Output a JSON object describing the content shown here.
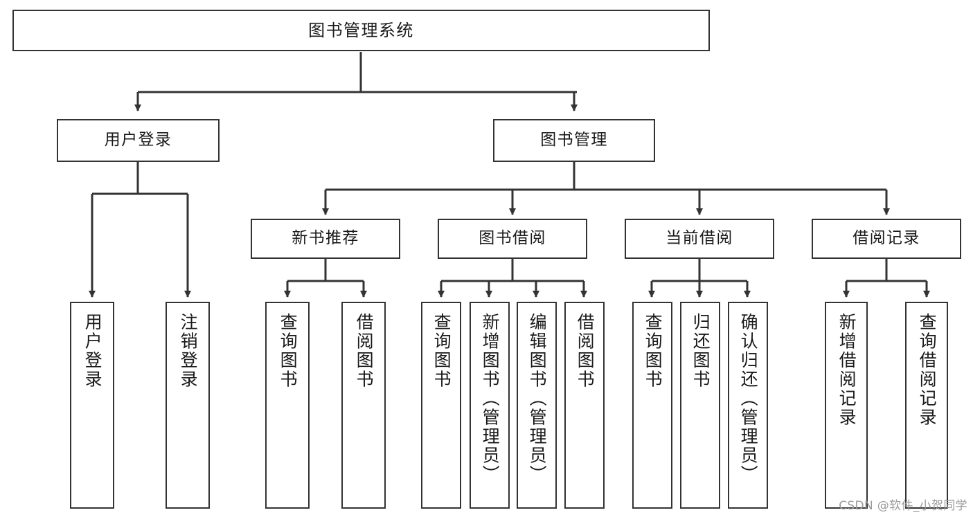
{
  "diagram": {
    "title": "图书管理系统",
    "watermark": "CSDN @软件_小贺同学",
    "colors": {
      "node_border": "#333333",
      "node_fill": "#ffffff",
      "edge": "#333333",
      "text": "#1a1a1a",
      "watermark": "#9a9a9a",
      "background": "#ffffff"
    },
    "levels": {
      "root": "图书管理系统",
      "level2": [
        "用户登录",
        "图书管理"
      ],
      "level3": [
        "新书推荐",
        "图书借阅",
        "当前借阅",
        "借阅记录"
      ]
    }
  },
  "nodes": {
    "root": {
      "label": "图书管理系统"
    },
    "user_login": {
      "label": "用户登录"
    },
    "book_manage": {
      "label": "图书管理"
    },
    "new_book_rec": {
      "label": "新书推荐"
    },
    "book_borrow": {
      "label": "图书借阅"
    },
    "current_borrow": {
      "label": "当前借阅"
    },
    "borrow_record": {
      "label": "借阅记录"
    },
    "leaf_user_login": {
      "label": "用户登录"
    },
    "leaf_logout": {
      "label": "注销登录"
    },
    "leaf_query_book_1": {
      "label": "查询图书"
    },
    "leaf_borrow_book_1": {
      "label": "借阅图书"
    },
    "leaf_query_book_2": {
      "label": "查询图书"
    },
    "leaf_add_book": {
      "label": "新增图书（管理员）"
    },
    "leaf_edit_book": {
      "label": "编辑图书（管理员）"
    },
    "leaf_borrow_book_2": {
      "label": "借阅图书"
    },
    "leaf_query_book_3": {
      "label": "查询图书"
    },
    "leaf_return_book": {
      "label": "归还图书"
    },
    "leaf_confirm_return": {
      "label": "确认归还（管理员）"
    },
    "leaf_add_record": {
      "label": "新增借阅记录"
    },
    "leaf_query_record": {
      "label": "查询借阅记录"
    }
  }
}
